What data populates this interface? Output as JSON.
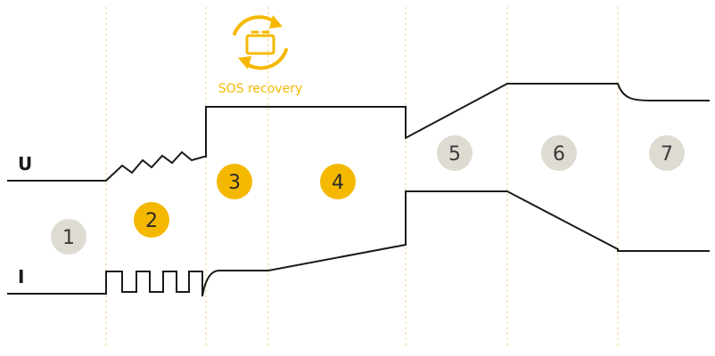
{
  "axes": {
    "voltage_label": "U",
    "current_label": "I"
  },
  "recovery": {
    "label": "SOS recovery",
    "icon": "battery-recycle-icon"
  },
  "stages": [
    {
      "number": "1",
      "style": "gray"
    },
    {
      "number": "2",
      "style": "yellow"
    },
    {
      "number": "3",
      "style": "yellow"
    },
    {
      "number": "4",
      "style": "yellow"
    },
    {
      "number": "5",
      "style": "gray"
    },
    {
      "number": "6",
      "style": "gray"
    },
    {
      "number": "7",
      "style": "gray"
    }
  ],
  "colors": {
    "accent_yellow": "#f5b800",
    "stage_gray": "#dedbd2",
    "line": "#1a1a1a",
    "divider": "#f0c860"
  }
}
